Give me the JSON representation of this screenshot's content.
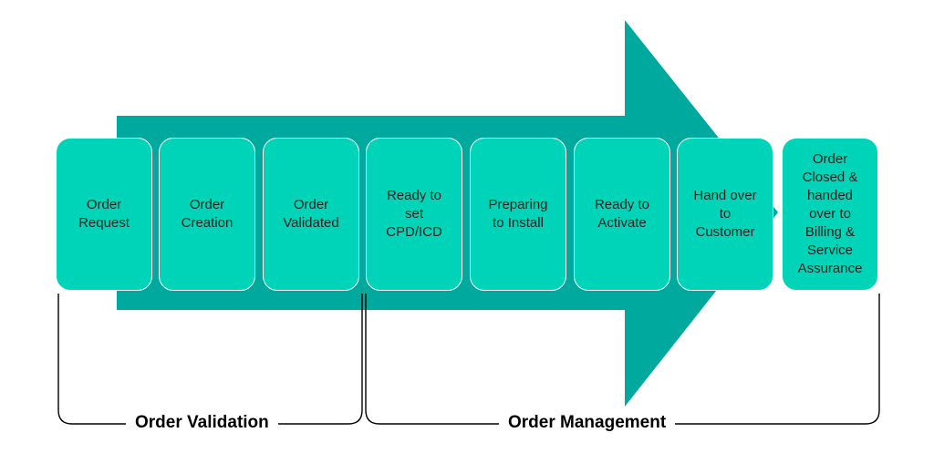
{
  "colors": {
    "arrow": "#00a99d",
    "box": "#00d4b8",
    "box_border": "#ffffff",
    "bracket": "#000000",
    "text": "#1f1f1f"
  },
  "steps": [
    {
      "label": "Order\nRequest"
    },
    {
      "label": "Order\nCreation"
    },
    {
      "label": "Order\nValidated"
    },
    {
      "label": "Ready to\nset\nCPD/ICD"
    },
    {
      "label": "Preparing\nto Install"
    },
    {
      "label": "Ready to\nActivate"
    },
    {
      "label": "Hand over\nto\nCustomer"
    },
    {
      "label": "Order\nClosed &\nhanded\nover to\nBilling &\nService\nAssurance"
    }
  ],
  "groups": {
    "validation": {
      "label": "Order Validation"
    },
    "management": {
      "label": "Order Management"
    }
  }
}
